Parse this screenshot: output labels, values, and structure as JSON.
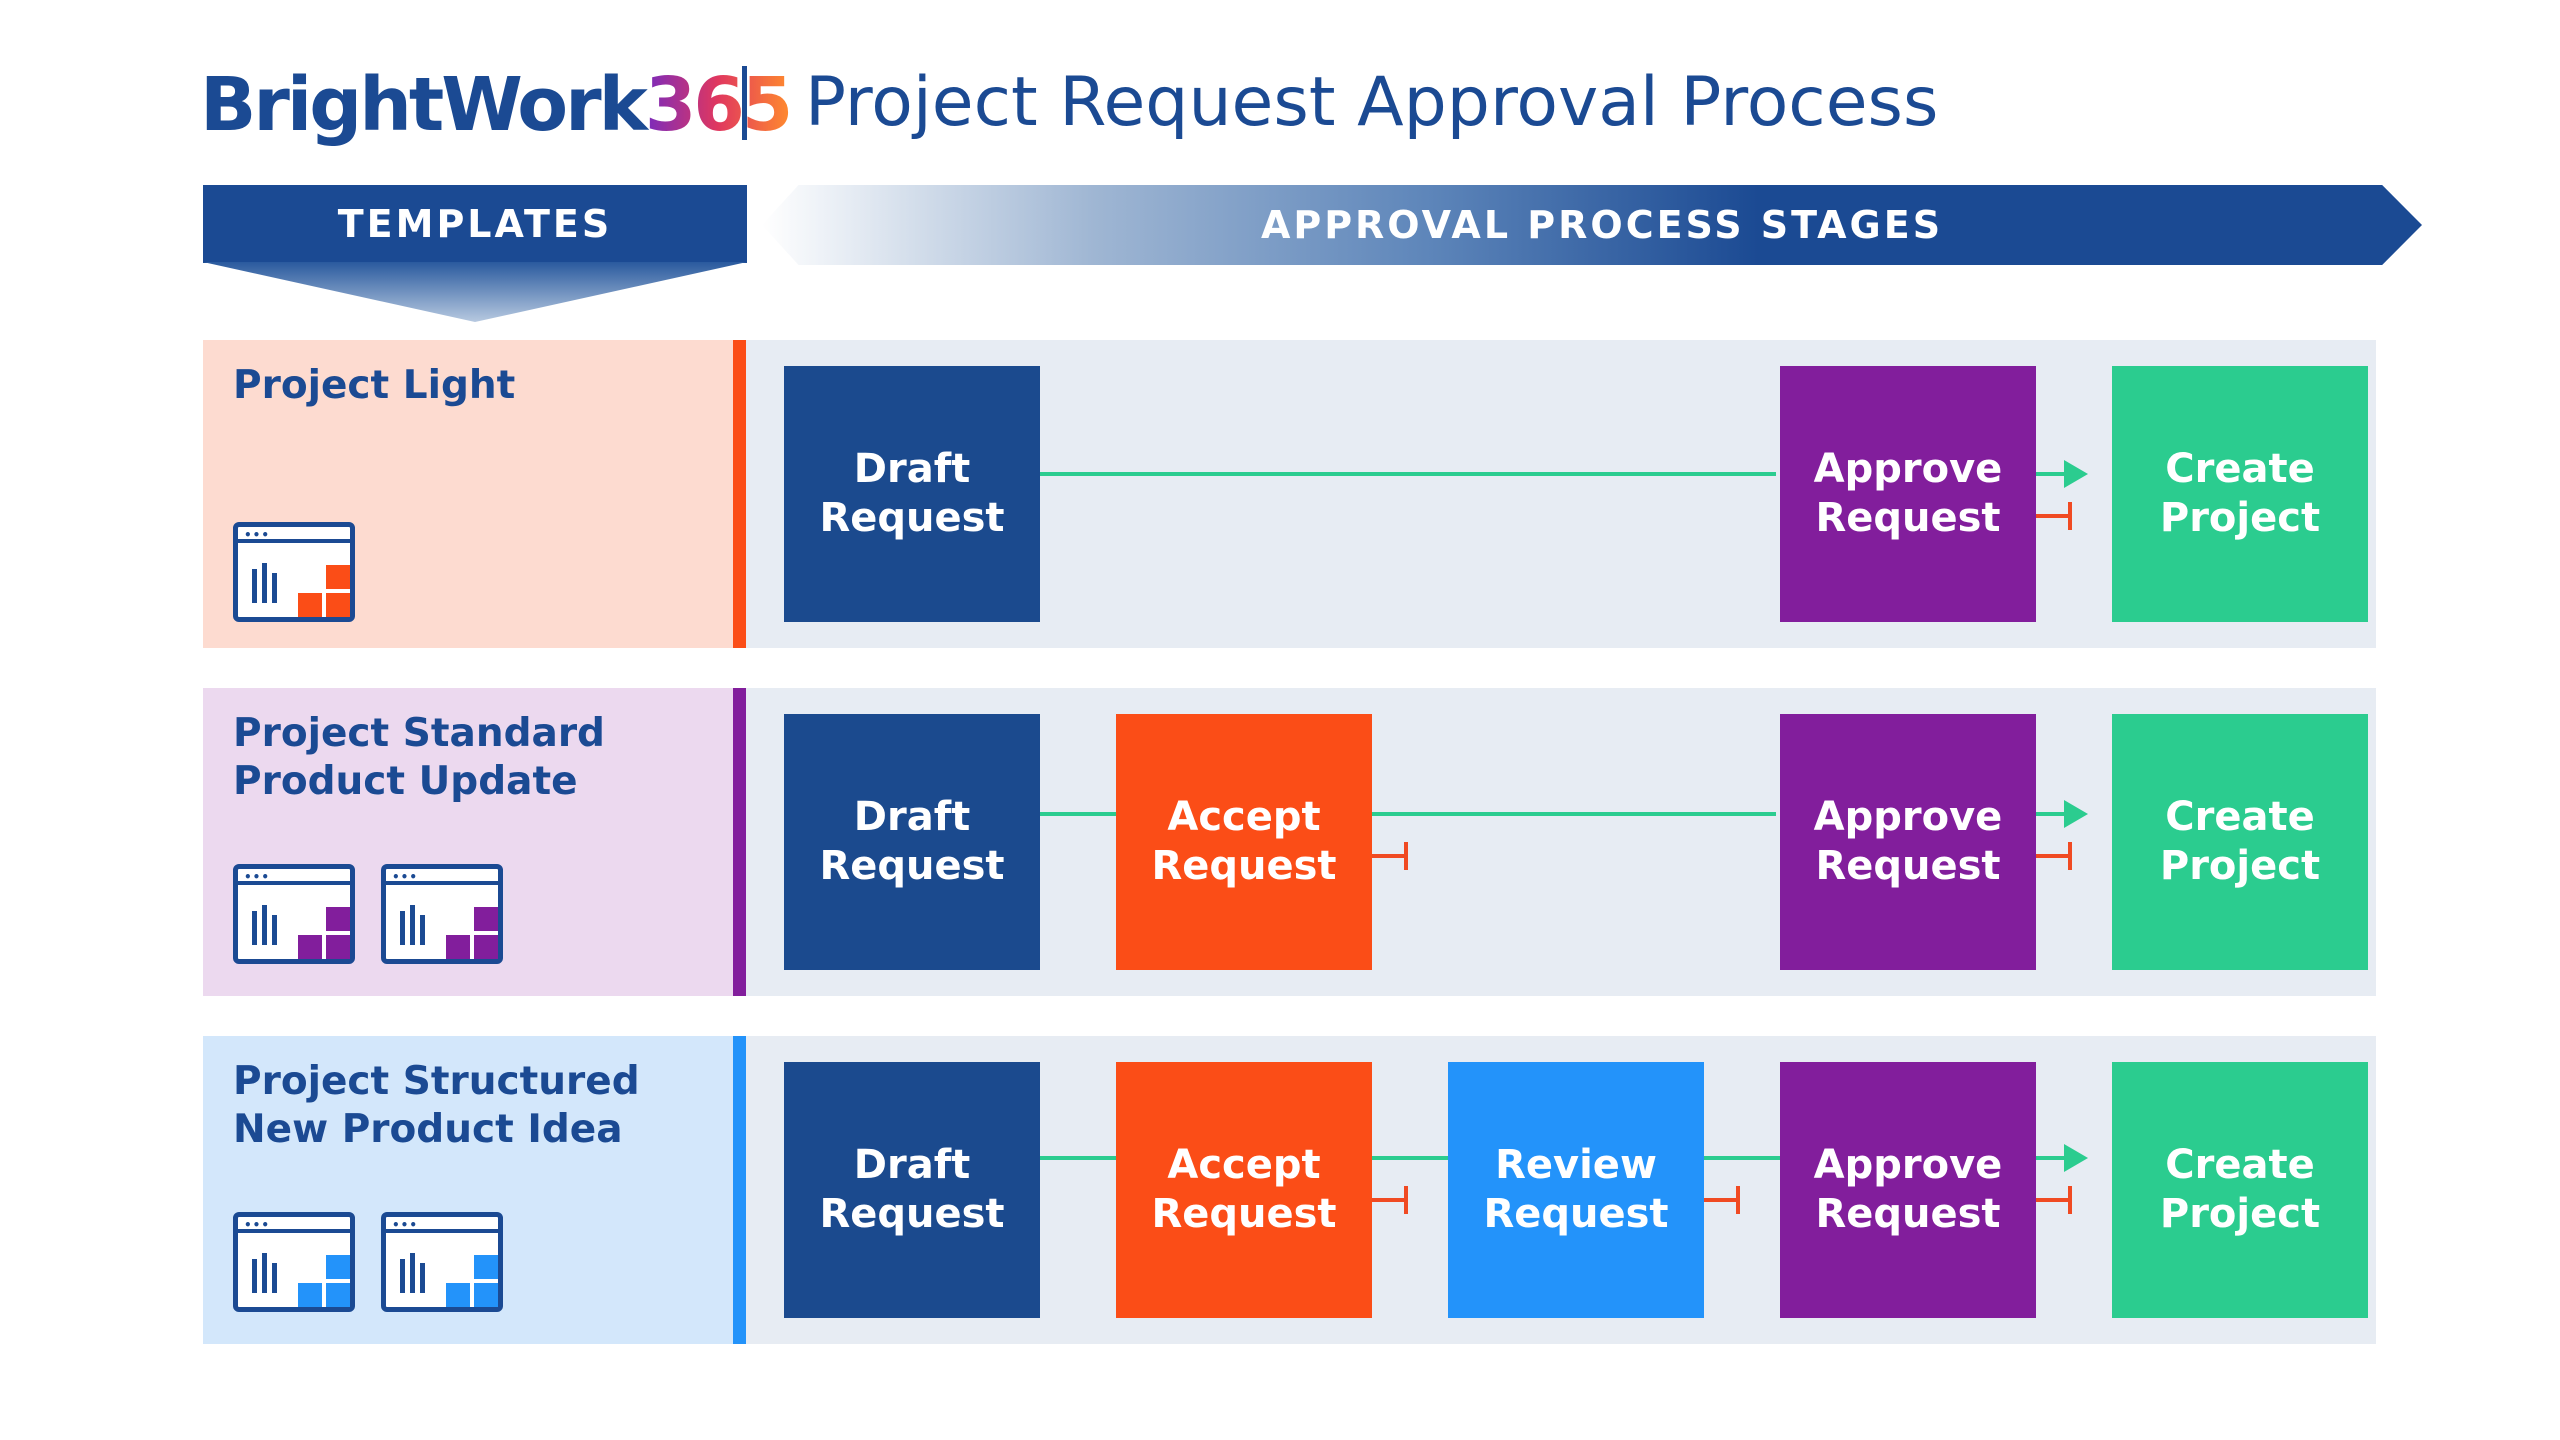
{
  "header": {
    "logo_brand": "BrightWork",
    "logo_num": "365",
    "title": "Project Request Approval Process"
  },
  "banners": {
    "templates": "TEMPLATES",
    "stages": "APPROVAL PROCESS STAGES"
  },
  "colors": {
    "navy": "#1b4a93",
    "draft": "#1b4a8e",
    "accept": "#fb4d17",
    "review": "#2393fa",
    "approve": "#821e9c",
    "create": "#2bcc8f",
    "row1_bg": "#fddbd0",
    "row2_bg": "#ecd9ef",
    "row3_bg": "#d3e7fb"
  },
  "rows": [
    {
      "title_line1": "Project Light",
      "title_line2": "",
      "icon_count": 1,
      "stages": [
        {
          "line1": "Draft",
          "line2": "Request"
        },
        {
          "line1": "Approve",
          "line2": "Request"
        },
        {
          "line1": "Create",
          "line2": "Project"
        }
      ]
    },
    {
      "title_line1": "Project Standard",
      "title_line2": "Product Update",
      "icon_count": 2,
      "stages": [
        {
          "line1": "Draft",
          "line2": "Request"
        },
        {
          "line1": "Accept",
          "line2": "Request"
        },
        {
          "line1": "Approve",
          "line2": "Request"
        },
        {
          "line1": "Create",
          "line2": "Project"
        }
      ]
    },
    {
      "title_line1": "Project Structured",
      "title_line2": "New Product Idea",
      "icon_count": 2,
      "stages": [
        {
          "line1": "Draft",
          "line2": "Request"
        },
        {
          "line1": "Accept",
          "line2": "Request"
        },
        {
          "line1": "Review",
          "line2": "Request"
        },
        {
          "line1": "Approve",
          "line2": "Request"
        },
        {
          "line1": "Create",
          "line2": "Project"
        }
      ]
    }
  ]
}
